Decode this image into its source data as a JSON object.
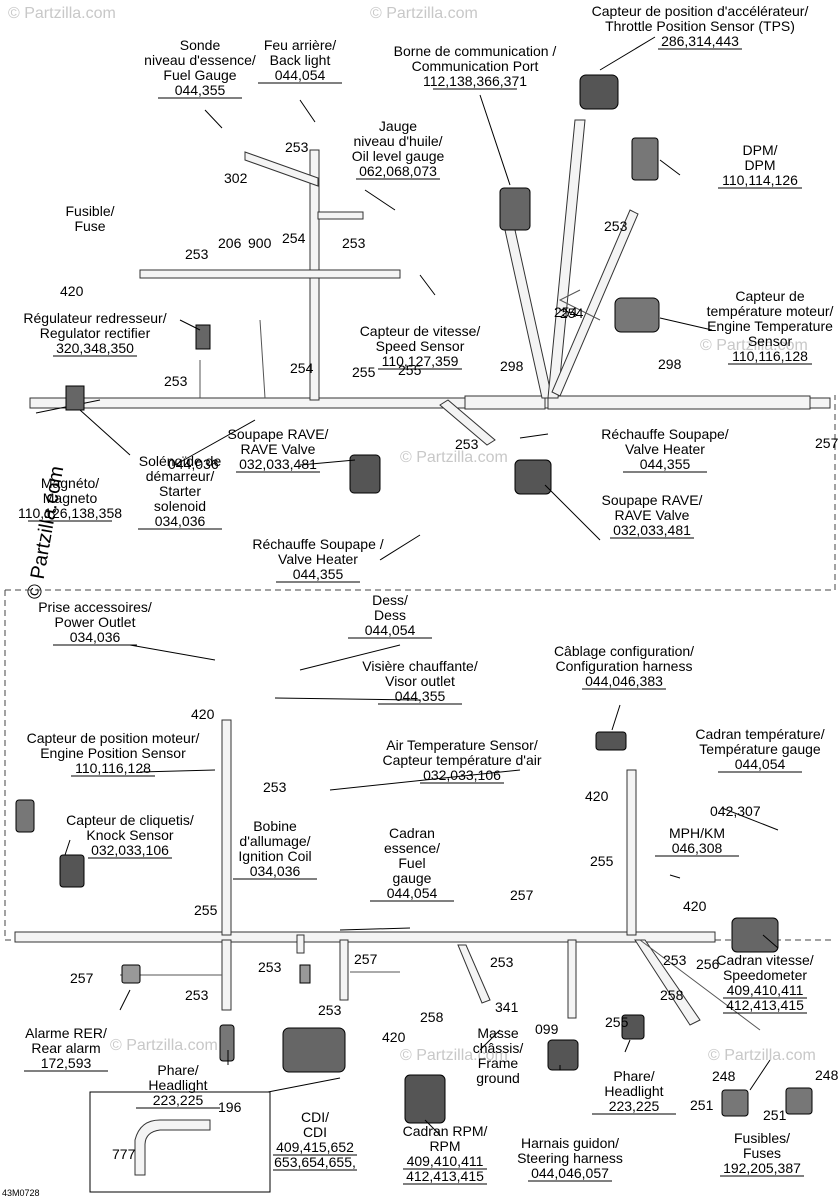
{
  "watermark": "© Partzilla.com",
  "figure_code": "43M0728",
  "callouts": [
    {
      "id": "tps",
      "lines": [
        "Capteur de position d'accélérateur/",
        "Throttle Position Sensor (TPS)"
      ],
      "refs": "286,314,443"
    },
    {
      "id": "comm-port",
      "lines": [
        "Borne de communication /",
        "Communication Port"
      ],
      "refs": "112,138,366,371"
    },
    {
      "id": "fuel-gauge-sensor",
      "lines": [
        "Sonde",
        "niveau d'essence/",
        "Fuel Gauge"
      ],
      "refs": "044,355"
    },
    {
      "id": "back-light",
      "lines": [
        "Feu arrière/",
        "Back light"
      ],
      "refs": "044,054"
    },
    {
      "id": "oil-level",
      "lines": [
        "Jauge",
        "niveau d'huile/",
        "Oil level gauge"
      ],
      "refs": "062,068,073"
    },
    {
      "id": "dpm",
      "lines": [
        "DPM/",
        "DPM"
      ],
      "refs": "110,114,126"
    },
    {
      "id": "fuse-top",
      "lines": [
        "Fusible/",
        "Fuse"
      ],
      "refs": ""
    },
    {
      "id": "regulator",
      "lines": [
        "Régulateur redresseur/",
        "Regulator rectifier"
      ],
      "refs": "320,348,350"
    },
    {
      "id": "speed-sensor",
      "lines": [
        "Capteur de vitesse/",
        "Speed Sensor"
      ],
      "refs": "110,127,359"
    },
    {
      "id": "engine-temp",
      "lines": [
        "Capteur de",
        "température moteur/",
        "Engine Temperature",
        "Sensor"
      ],
      "refs": "110,116,128"
    },
    {
      "id": "magneto",
      "lines": [
        "Magnéto/",
        "Magneto"
      ],
      "refs": "110,126,138,358"
    },
    {
      "id": "starter",
      "lines": [
        "Solénoïde de",
        "démarreur/",
        "Starter",
        "solenoid"
      ],
      "refs": "034,036"
    },
    {
      "id": "rave-left",
      "lines": [
        "Soupape RAVE/",
        "RAVE Valve"
      ],
      "refs": "032,033,481"
    },
    {
      "id": "valve-heater-right",
      "lines": [
        "Réchauffe Soupape/",
        "Valve Heater"
      ],
      "refs": "044,355"
    },
    {
      "id": "valve-heater-bottom",
      "lines": [
        "Réchauffe Soupape /",
        "Valve Heater"
      ],
      "refs": "044,355"
    },
    {
      "id": "rave-right",
      "lines": [
        "Soupape RAVE/",
        "RAVE Valve"
      ],
      "refs": "032,033,481"
    },
    {
      "id": "power-outlet",
      "lines": [
        "Prise accessoires/",
        "Power Outlet"
      ],
      "refs": "034,036"
    },
    {
      "id": "dess",
      "lines": [
        "Dess/",
        "Dess"
      ],
      "refs": "044,054"
    },
    {
      "id": "visor",
      "lines": [
        "Visière chauffante/",
        "Visor outlet"
      ],
      "refs": "044,355"
    },
    {
      "id": "config-harness",
      "lines": [
        "Câblage configuration/",
        "Configuration harness"
      ],
      "refs": "044,046,383"
    },
    {
      "id": "engine-position",
      "lines": [
        "Capteur de position moteur/",
        "Engine Position Sensor"
      ],
      "refs": "110,116,128"
    },
    {
      "id": "air-temp",
      "lines": [
        "Air Temperature Sensor/",
        "Capteur température d'air"
      ],
      "refs": "032,033,106"
    },
    {
      "id": "temp-gauge",
      "lines": [
        "Cadran température/",
        "Température gauge"
      ],
      "refs": "044,054"
    },
    {
      "id": "knock",
      "lines": [
        "Capteur de cliquetis/",
        "Knock Sensor"
      ],
      "refs": "032,033,106"
    },
    {
      "id": "ignition",
      "lines": [
        "Bobine",
        "d'allumage/",
        "Ignition Coil"
      ],
      "refs": "034,036"
    },
    {
      "id": "fuel-gauge",
      "lines": [
        "Cadran",
        "essence/",
        "Fuel",
        "gauge"
      ],
      "refs": "044,054"
    },
    {
      "id": "mph",
      "lines": [
        "MPH/KM"
      ],
      "refs": "046,308"
    },
    {
      "id": "speedometer",
      "lines": [
        "Cadran vitesse/",
        "Speedometer"
      ],
      "refs": "409,410,411|412,413,415"
    },
    {
      "id": "rear-alarm",
      "lines": [
        "Alarme RER/",
        "Rear alarm"
      ],
      "refs": "172,593"
    },
    {
      "id": "headlight-left",
      "lines": [
        "Phare/",
        "Headlight"
      ],
      "refs": "223,225"
    },
    {
      "id": "frame-ground",
      "lines": [
        "Masse",
        "châssis/",
        "Frame",
        "ground"
      ],
      "refs": ""
    },
    {
      "id": "steering",
      "lines": [
        "Harnais guidon/",
        "Steering harness"
      ],
      "refs": "044,046,057"
    },
    {
      "id": "headlight-right",
      "lines": [
        "Phare/",
        "Headlight"
      ],
      "refs": "223,225"
    },
    {
      "id": "cdi",
      "lines": [
        "CDI/",
        "CDI"
      ],
      "refs": "409,415,652|653,654,655,"
    },
    {
      "id": "rpm",
      "lines": [
        "Cadran RPM/",
        "RPM"
      ],
      "refs": "409,410,411|412,413,415"
    },
    {
      "id": "fuses",
      "lines": [
        "Fusibles/",
        "Fuses"
      ],
      "refs": "192,205,387"
    }
  ],
  "part_numbers": [
    "302",
    "253",
    "254",
    "253",
    "253",
    "254",
    "253",
    "206",
    "900",
    "420",
    "253",
    "254",
    "255",
    "255",
    "298",
    "254",
    "298",
    "257",
    "253",
    "044,036",
    "420",
    "253",
    "420",
    "042,307",
    "255",
    "257",
    "255",
    "420",
    "256",
    "257",
    "253",
    "253",
    "257",
    "341",
    "099",
    "253",
    "258",
    "255",
    "253",
    "258",
    "420",
    "253",
    "196",
    "777",
    "248",
    "248",
    "251",
    "251"
  ]
}
